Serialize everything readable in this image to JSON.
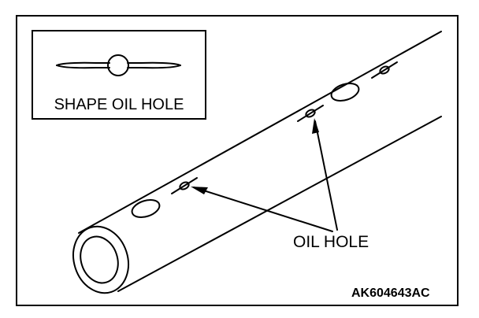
{
  "diagram": {
    "inset_label": "SHAPE OIL HOLE",
    "callout_label": "OIL HOLE",
    "figure_id": "AK604643AC"
  },
  "colors": {
    "line": "#000000",
    "background": "#ffffff"
  }
}
